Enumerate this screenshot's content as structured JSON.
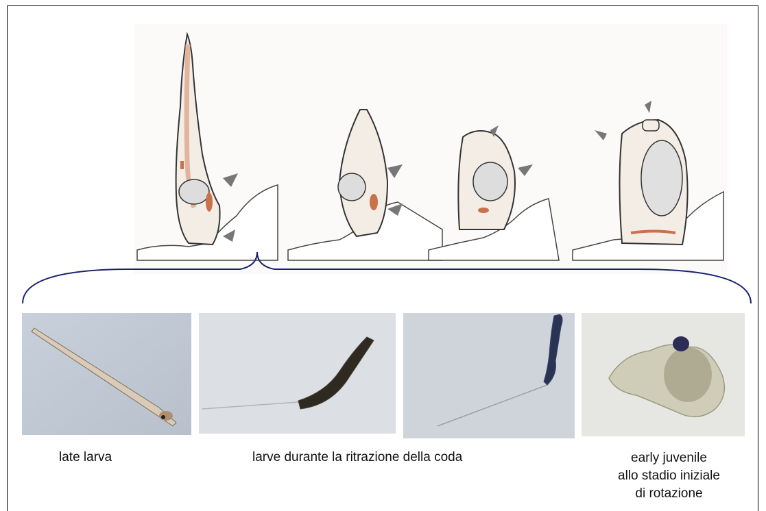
{
  "figure": {
    "stages_count": 4,
    "ground_color": "#ffffff",
    "body_fill": "#f3ede6",
    "outline_color": "#3a3a3a",
    "notochord_color": "#e2b49e",
    "pigment_color": "#c9714a",
    "brace_color": "#1a1f70",
    "arrow_color": "#777777"
  },
  "photos": [
    {
      "subject": "late larva",
      "background": "#c4ccd8"
    },
    {
      "subject": "larva retracting tail",
      "background": "#dcdfe3"
    },
    {
      "subject": "larva retracting tail",
      "background": "#cfd4da"
    },
    {
      "subject": "early juvenile",
      "background": "#e6e7e2"
    }
  ],
  "captions": {
    "late_larva": "late larva",
    "tail_retraction": "larve durante la ritrazione della coda",
    "early_juvenile": [
      "early juvenile",
      "allo stadio iniziale",
      "di rotazione"
    ]
  }
}
